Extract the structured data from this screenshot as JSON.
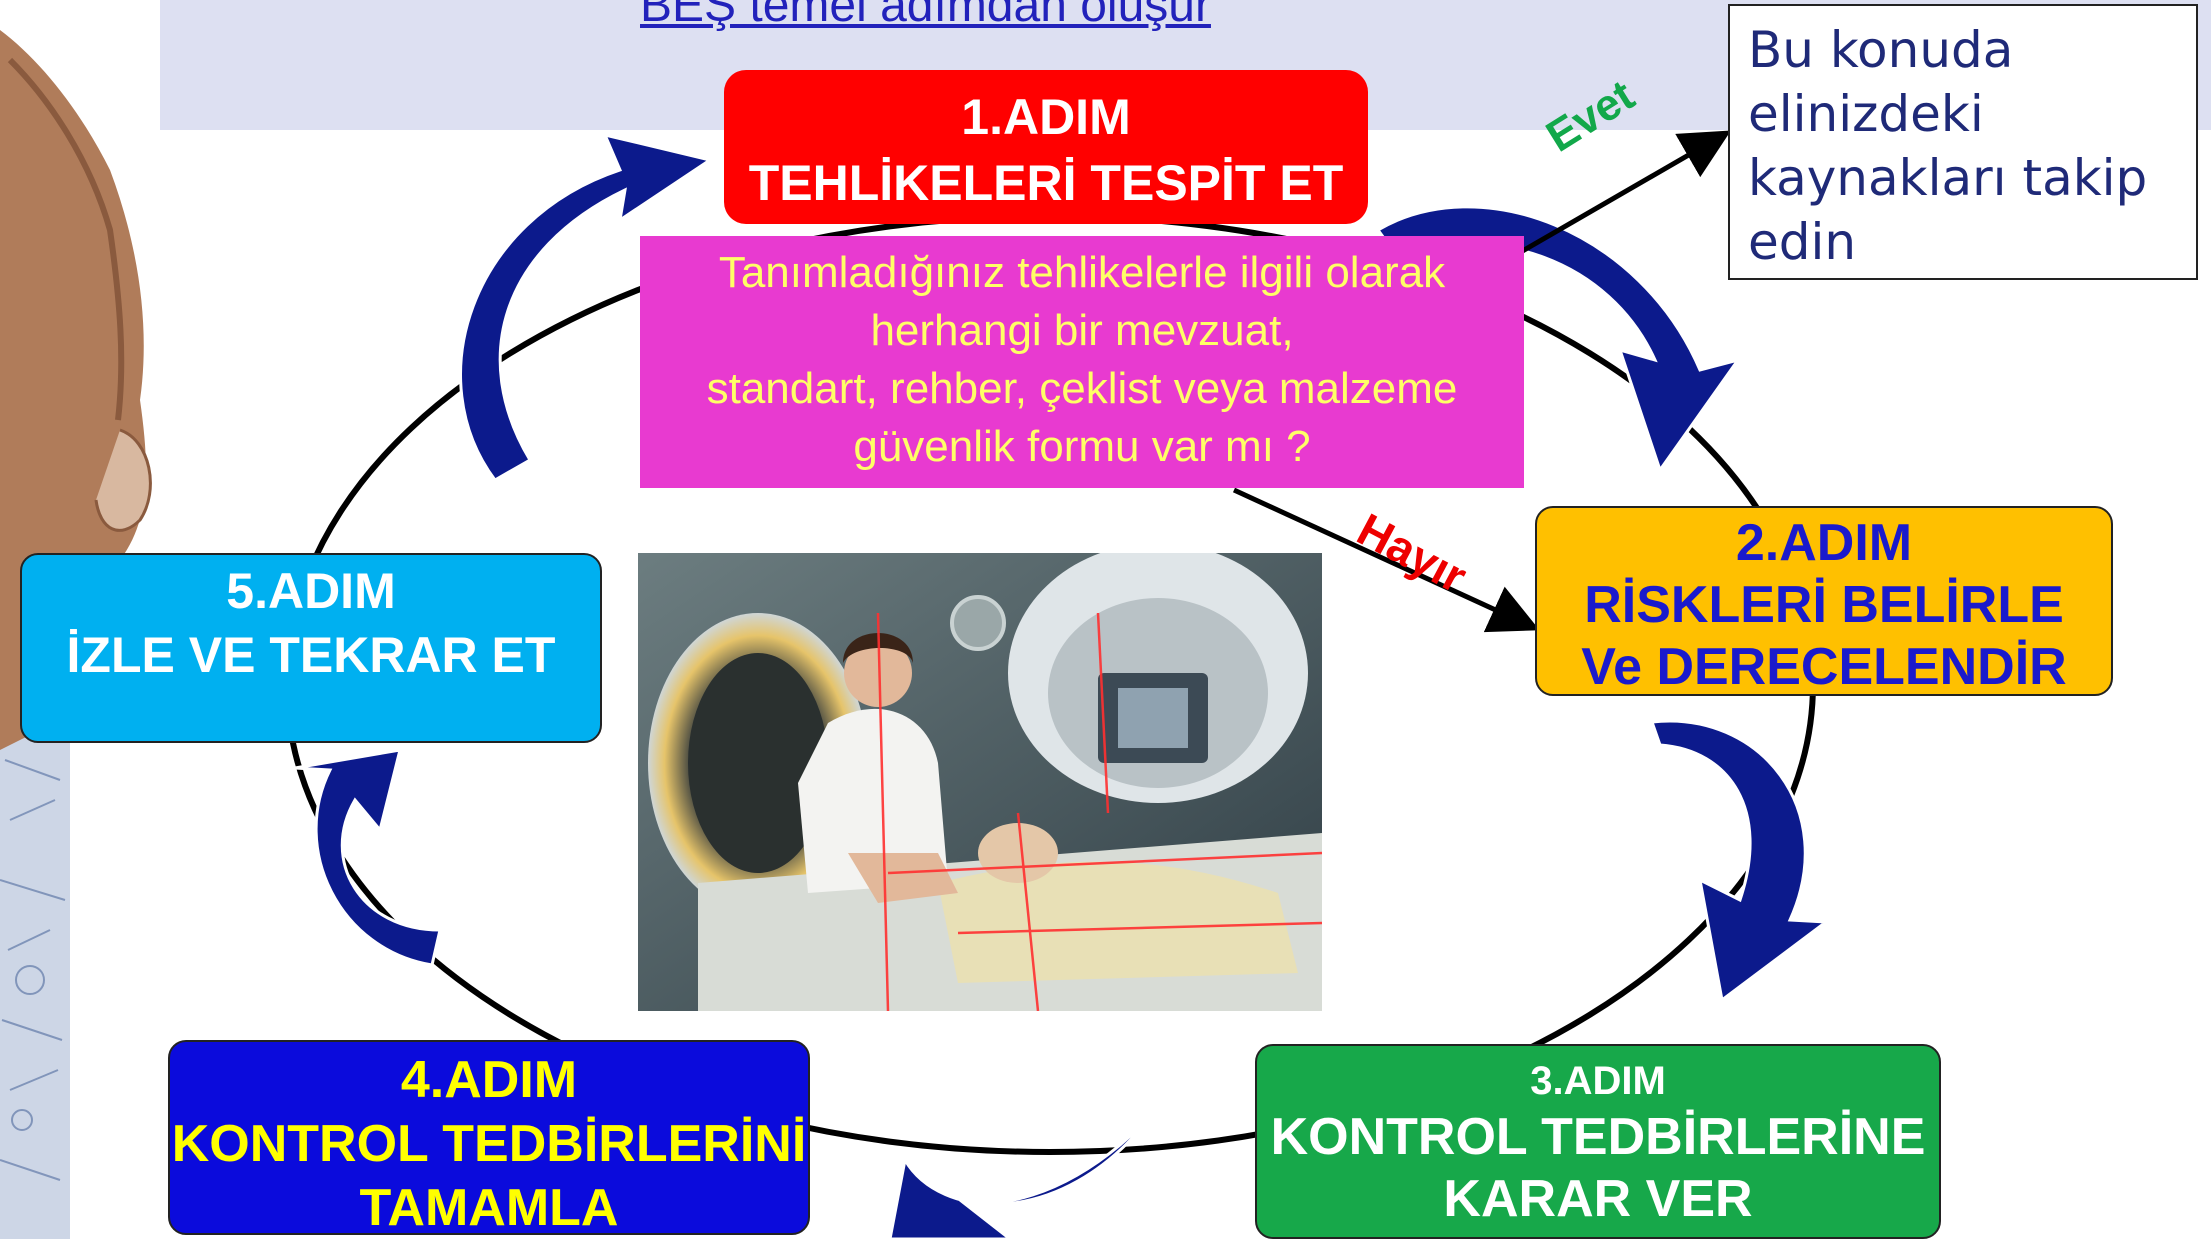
{
  "title": "BEŞ  temel adımdan oluşur",
  "steps": {
    "step1": {
      "line1": "1.ADIM",
      "line2": "TEHLİKELERİ TESPİT ET"
    },
    "step2": {
      "line1": "2.ADIM",
      "line2": "RİSKLERİ BELİRLE",
      "line3": "Ve DERECELENDİR"
    },
    "step3": {
      "line1": "3.ADIM",
      "line2": "KONTROL TEDBİRLERİNE",
      "line3": "KARAR VER"
    },
    "step4": {
      "line1": "4.ADIM",
      "line2": "KONTROL TEDBİRLERİNİ",
      "line3": "TAMAMLA"
    },
    "step5": {
      "line1": "5.ADIM",
      "line2": "İZLE VE TEKRAR ET"
    }
  },
  "question": {
    "lines": [
      "Tanımladığınız tehlikelerle ilgili olarak",
      "herhangi bir mevzuat,",
      "standart, rehber, çeklist veya malzeme",
      "güvenlik formu var mı ?"
    ]
  },
  "resource_note": {
    "lines": [
      "Bu konuda",
      "elinizdeki",
      "kaynakları takip",
      "edin"
    ]
  },
  "labels": {
    "yes": "Evet",
    "no": "Hayır"
  },
  "colors": {
    "step1": "#ff0000",
    "step2": "#ffc000",
    "step3": "#17a84a",
    "step4": "#0b0bdc",
    "step5": "#00b0f0",
    "question_bg": "#e83ad0",
    "cycle_arrows": "#0c1a8c"
  }
}
